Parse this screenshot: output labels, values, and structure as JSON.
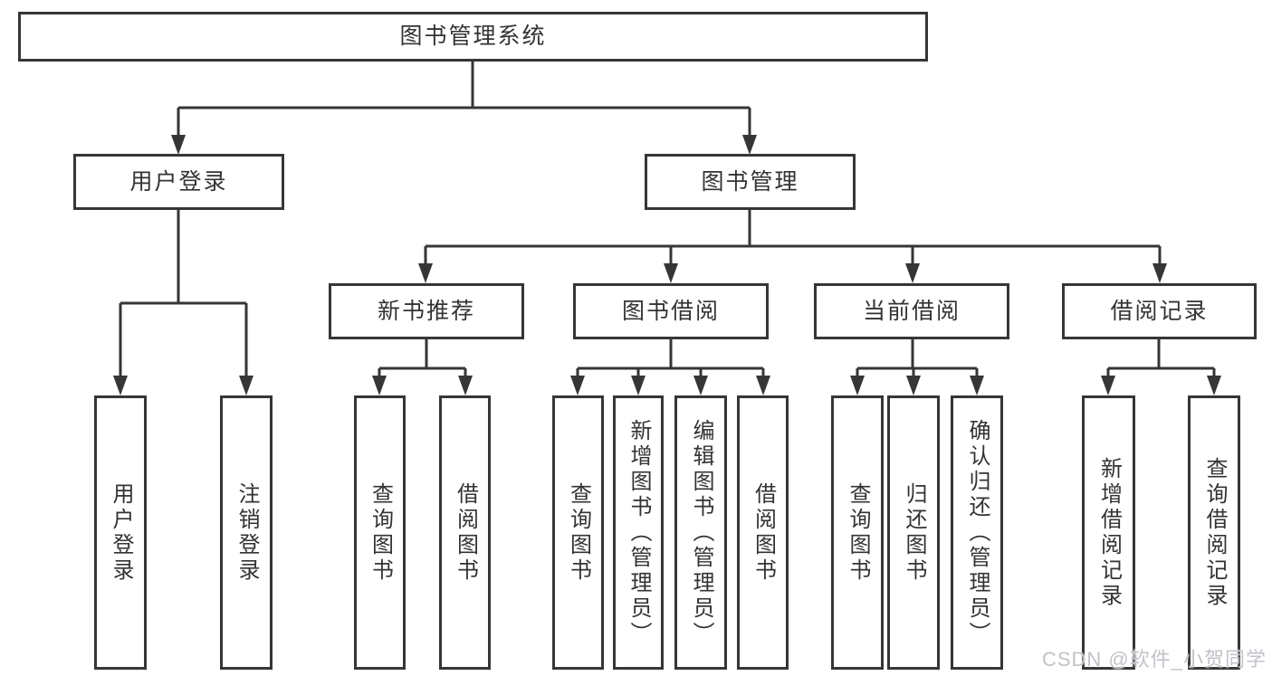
{
  "diagram": {
    "root": {
      "label": "图书管理系统"
    },
    "user_login": {
      "label": "用户登录",
      "children": [
        {
          "label": "用户登录"
        },
        {
          "label": "注销登录"
        }
      ]
    },
    "book_management": {
      "label": "图书管理",
      "children": [
        {
          "label": "新书推荐",
          "children": [
            {
              "label": "查询图书"
            },
            {
              "label": "借阅图书"
            }
          ]
        },
        {
          "label": "图书借阅",
          "children": [
            {
              "label": "查询图书"
            },
            {
              "label": "新增图书（管理员）"
            },
            {
              "label": "编辑图书（管理员）"
            },
            {
              "label": "借阅图书"
            }
          ]
        },
        {
          "label": "当前借阅",
          "children": [
            {
              "label": "查询图书"
            },
            {
              "label": "归还图书"
            },
            {
              "label": "确认归还（管理员）"
            }
          ]
        },
        {
          "label": "借阅记录",
          "children": [
            {
              "label": "新增借阅记录"
            },
            {
              "label": "查询借阅记录"
            }
          ]
        }
      ]
    },
    "colors": {
      "line": "#363636",
      "text": "#333333",
      "watermark": "#c0c3c8",
      "background": "#ffffff"
    }
  },
  "watermark": {
    "text": "CSDN @软件_小贺同学"
  }
}
